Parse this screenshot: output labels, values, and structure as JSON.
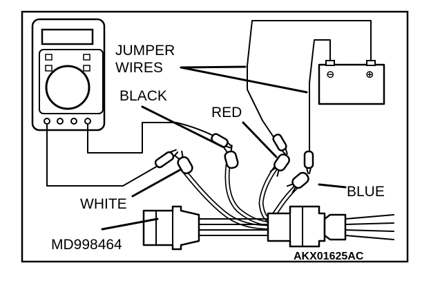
{
  "labels": {
    "jumper_line1": "JUMPER",
    "jumper_line2": "WIRES",
    "black": "BLACK",
    "red": "RED",
    "blue": "BLUE",
    "white": "WHITE",
    "tool": "MD998464",
    "figure_code": "AKX01625AC"
  },
  "battery": {
    "negative_symbol": "⊖",
    "positive_symbol": "⊕"
  },
  "icons": [
    "multimeter-icon",
    "battery-icon",
    "connector-icon",
    "alligator-clip-icon"
  ]
}
